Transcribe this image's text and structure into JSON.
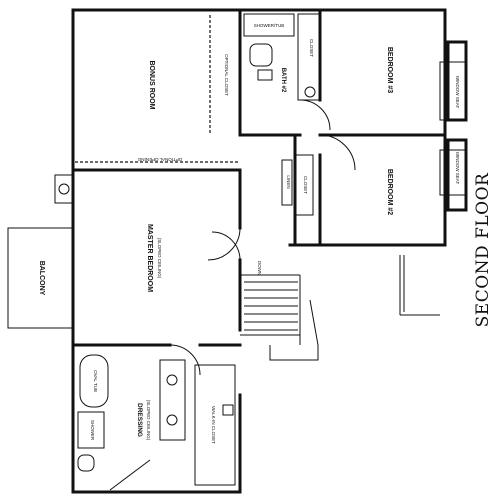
{
  "floor_title": "SECOND FLOOR",
  "rooms": {
    "bonus_room": "BONUS ROOM",
    "optional_closet": "OPTIONAL CLOSET",
    "optional_opening": "OPTIONAL OPENING",
    "bath2": "BATH #2",
    "bath2_tub": "SHOWER/TUB",
    "closet_top": "CLOSET",
    "bedroom3": "BEDROOM #3",
    "bedroom3_window": "WINDOW SEAT",
    "bedroom2": "BEDROOM #2",
    "bedroom2_window": "WINDOW SEAT",
    "linen": "LINEN",
    "closet_mid": "CLOSET",
    "master_bedroom": "MASTER BEDROOM",
    "master_note": "(SLOPED CEILING)",
    "balcony": "BALCONY",
    "down": "DOWN",
    "dressing": "DRESSING",
    "dressing_note": "(SLOPED CEILING)",
    "oval_tub": "OVAL TUB",
    "shower": "SHOWER",
    "walk_in_closet": "WALK-IN CLOSET"
  }
}
